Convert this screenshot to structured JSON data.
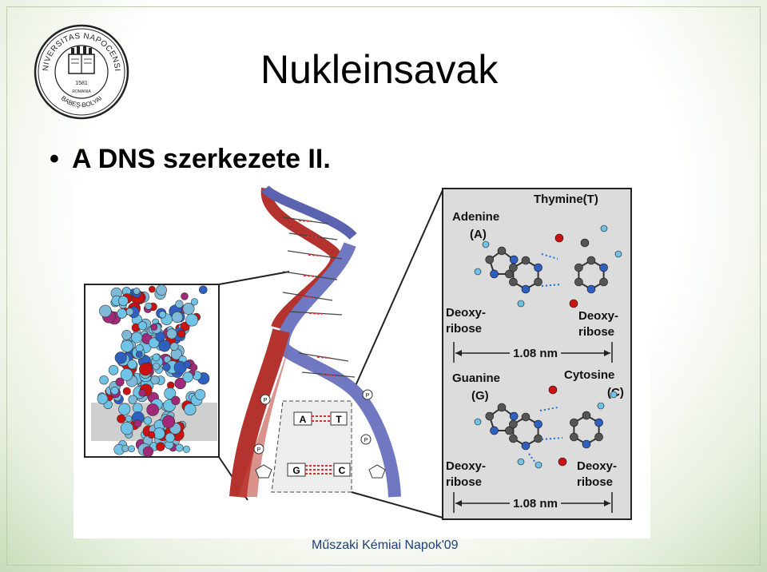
{
  "slide": {
    "title": "Nukleinsavak",
    "bullet_char": "•",
    "bullet": "A DNS szerkezete II.",
    "footer": "Műszaki Kémiai Napok'09"
  },
  "logo": {
    "ring_text": "UNIVERSITAS NAPOCENSIS",
    "bottom_text": "BABEŞ-BOLYAI",
    "country": "ROMANIA",
    "year": "1581"
  },
  "figure": {
    "adenine": "Adenine",
    "adenine_abbr": "(A)",
    "thymine": "Thymine(T)",
    "deoxy1": "Deoxy-",
    "ribose1": "ribose",
    "deoxy2": "Deoxy-",
    "ribose2": "ribose",
    "distance1": "1.08 nm",
    "guanine": "Guanine",
    "guanine_abbr": "(G)",
    "cytosine": "Cytosine",
    "cytosine_abbr": "(C)",
    "deoxy3": "Deoxy-",
    "ribose3": "ribose",
    "deoxy4": "Deoxy-",
    "ribose4": "ribose",
    "distance2": "1.08 nm",
    "base_a": "A",
    "base_t": "T",
    "base_g": "G",
    "base_c": "C",
    "p_label": "P"
  },
  "colors": {
    "title_text": "#000000",
    "footer_text": "#1f3f77",
    "strand_red": "#b5332e",
    "strand_blue": "#5b63b0",
    "atom_carbon": "#555555",
    "atom_nitrogen": "#2f5fbf",
    "atom_oxygen": "#cc1111",
    "atom_hydrogen": "#6fc3e6"
  }
}
